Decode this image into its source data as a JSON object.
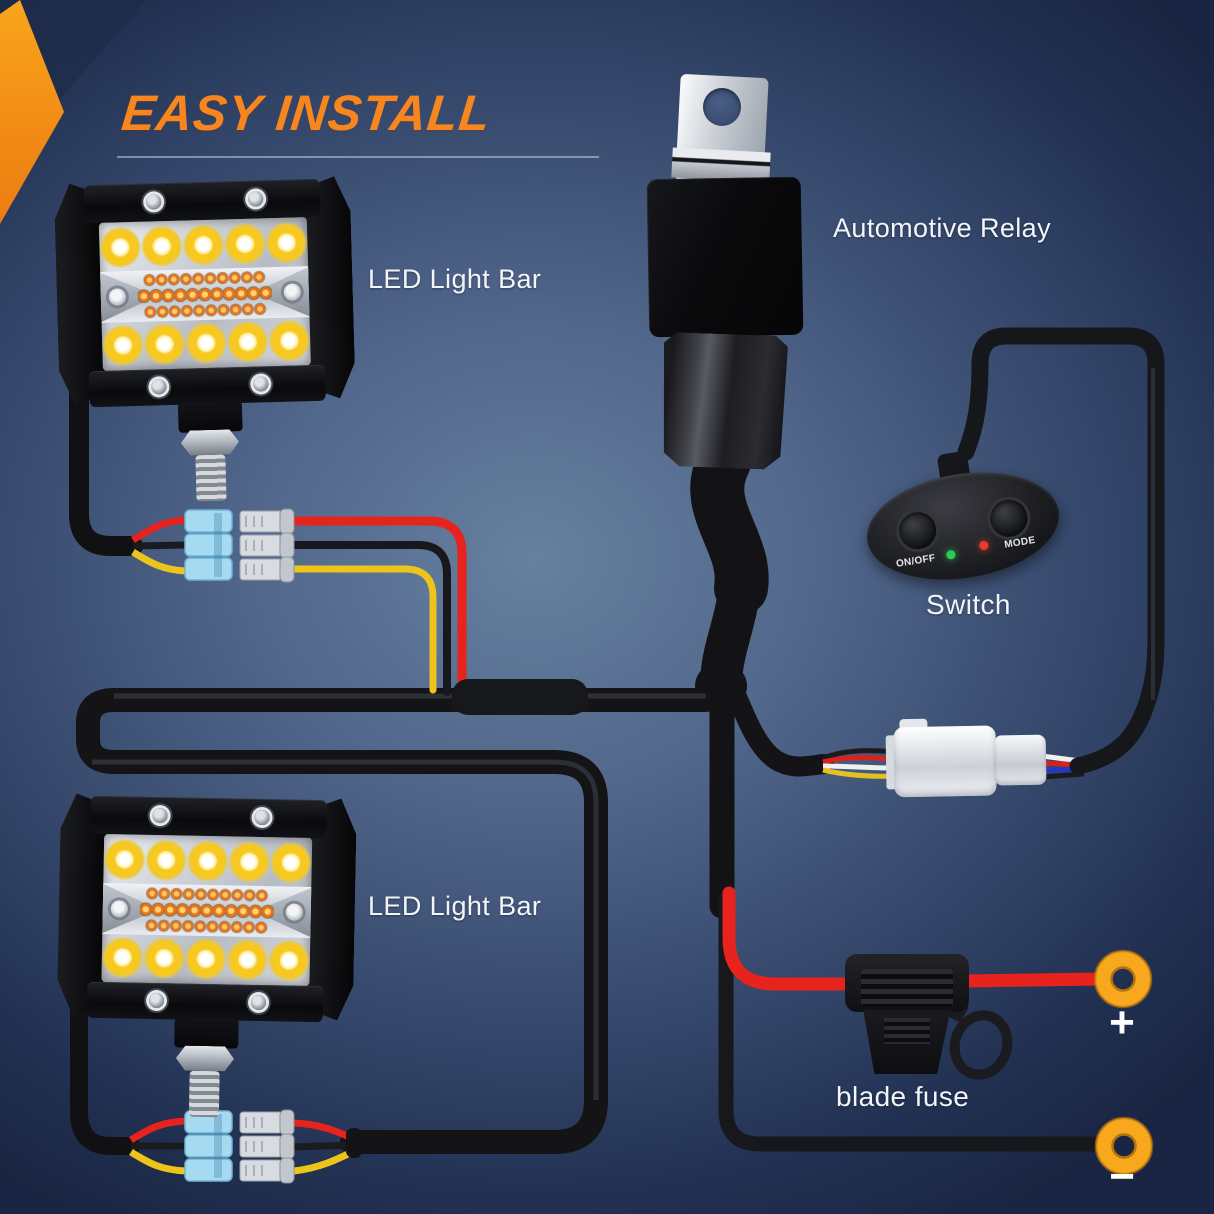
{
  "title": {
    "text": "EASY INSTALL",
    "color": "#f6861d"
  },
  "labels": {
    "led_bar_1": "LED Light Bar",
    "relay": "Automotive Relay",
    "switch": "Switch",
    "led_bar_2": "LED Light Bar",
    "fuse": "blade fuse",
    "positive": "+",
    "negative": "−"
  },
  "switch_pod": {
    "left_button": "ON/OFF",
    "right_button": "MODE",
    "left_led_color": "#2ecc52",
    "right_led_color": "#e73a2b"
  },
  "wires": {
    "positive_color": "#e6231c",
    "negative_color": "#17181b",
    "mode_color": "#edc51a",
    "harness_color": "#141416",
    "spade_connector_color": "#a5daf0",
    "ring_terminal_color": "#f7a81d"
  }
}
